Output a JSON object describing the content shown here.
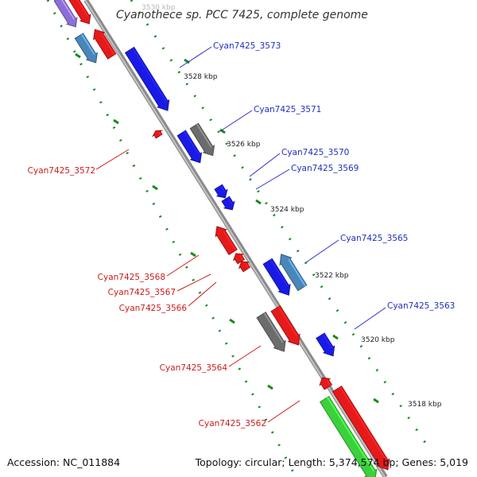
{
  "title": "Cyanothece sp. PCC 7425, complete genome",
  "footer": {
    "accession": "Accession: NC_011884",
    "topology": "Topology: circular; Length: 5,374,574 bp; Genes: 5,019"
  },
  "ticks": [
    "3518 kbp",
    "3520 kbp",
    "3522 kbp",
    "3524 kbp",
    "3526 kbp",
    "3528 kbp",
    "3530 kbp"
  ],
  "labels": {
    "g3573": "Cyan7425_3573",
    "g3571": "Cyan7425_3571",
    "g3570": "Cyan7425_3570",
    "g3569": "Cyan7425_3569",
    "g3565": "Cyan7425_3565",
    "g3563": "Cyan7425_3563",
    "g3572": "Cyan7425_3572",
    "g3568": "Cyan7425_3568",
    "g3567": "Cyan7425_3567",
    "g3566": "Cyan7425_3566",
    "g3564": "Cyan7425_3564",
    "g3562": "Cyan7425_3562"
  },
  "colors": {
    "blue": "#1a1ae6",
    "red": "#e61a1a",
    "steel": "#4a86b8",
    "purple": "#8a70d6",
    "gray": "#6c6c6c",
    "green": "#3ad13a",
    "dots": "#1a8a1a"
  }
}
